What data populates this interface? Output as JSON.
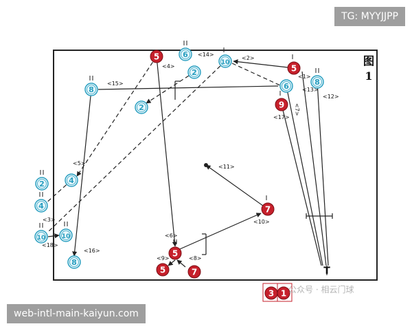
{
  "figure": {
    "title_char": "图",
    "title_num": "1"
  },
  "overlays": {
    "top_tag": "TG: MYYJJPP",
    "bottom_tag": "web-intl-main-kaiyun.com",
    "watermark": "公众号 · 相云门球"
  },
  "colors": {
    "red": "#c6202b",
    "blue": "#2a9fc0",
    "line": "#222222"
  },
  "balls": [
    {
      "n": "5",
      "c": "red"
    },
    {
      "n": "6",
      "c": "blue"
    },
    {
      "n": "10",
      "c": "blue"
    },
    {
      "n": "2",
      "c": "blue"
    },
    {
      "n": "5",
      "c": "red"
    },
    {
      "n": "8",
      "c": "blue"
    },
    {
      "n": "6",
      "c": "blue"
    },
    {
      "n": "8",
      "c": "blue"
    },
    {
      "n": "9",
      "c": "red"
    },
    {
      "n": "2",
      "c": "blue"
    },
    {
      "n": "2",
      "c": "blue"
    },
    {
      "n": "4",
      "c": "blue"
    },
    {
      "n": "4",
      "c": "blue"
    },
    {
      "n": "10",
      "c": "blue"
    },
    {
      "n": "10",
      "c": "blue"
    },
    {
      "n": "8",
      "c": "blue"
    },
    {
      "n": "7",
      "c": "red"
    },
    {
      "n": "5",
      "c": "red"
    },
    {
      "n": "5",
      "c": "red"
    },
    {
      "n": "7",
      "c": "red"
    },
    {
      "n": "3",
      "c": "red"
    },
    {
      "n": "1",
      "c": "red"
    }
  ],
  "labels": [
    "<4>",
    "<14>",
    "<2>",
    "<1>",
    "<13>",
    "<12>",
    "<15>",
    "<17>",
    "<7>",
    "<5>",
    "<3>",
    "<18>",
    "<16>",
    "<11>",
    "<10>",
    "<6>",
    "<9>",
    "<8>"
  ],
  "marks": {
    "start": "T"
  }
}
